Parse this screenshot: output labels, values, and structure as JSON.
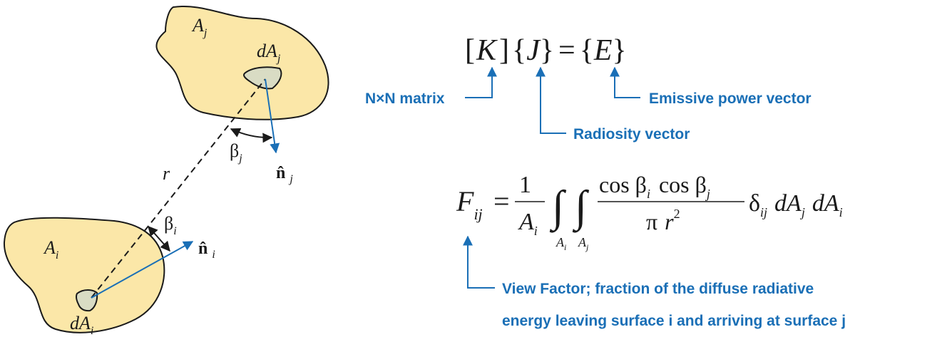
{
  "colors": {
    "surface_fill": "#fbe7a8",
    "patch_fill": "#d9dcc4",
    "annotation": "#1a6fb6",
    "ink": "#1a1a1a"
  },
  "geometry_labels": {
    "surface_j": "A",
    "surface_j_sub": "j",
    "patch_j": "dA",
    "patch_j_sub": "j",
    "surface_i": "A",
    "surface_i_sub": "i",
    "patch_i": "dA",
    "patch_i_sub": "i",
    "distance": "r",
    "angle_j": "β",
    "angle_j_sub": "j",
    "angle_i": "β",
    "angle_i_sub": "i",
    "normal_j": "n̂",
    "normal_j_sub": "j",
    "normal_i": "n̂",
    "normal_i_sub": "i"
  },
  "matrix_equation": {
    "open_bracket": "[",
    "k": "K",
    "close_bracket": "]",
    "open_brace_1": "{",
    "j": "J",
    "close_brace_1": "}",
    "equals": "=",
    "open_brace_2": "{",
    "e": "E",
    "close_brace_2": "}"
  },
  "annotations": {
    "matrix": "N×N matrix",
    "radiosity": "Radiosity vector",
    "emissive": "Emissive power vector",
    "view_factor_line1": "View Factor; fraction of the diffuse radiative",
    "view_factor_line2": "energy leaving surface i and arriving at surface j"
  },
  "view_factor_equation": {
    "F": "F",
    "F_sub": "ij",
    "equals": "=",
    "numerator_one": "1",
    "denom_A": "A",
    "denom_A_sub": "i",
    "integral": "∫",
    "int_lower_1": "A",
    "int_lower_1_sub": "i",
    "int_lower_2": "A",
    "int_lower_2_sub": "j",
    "cos1": "cos β",
    "cos1_sub": "i",
    "cos2": "cos β",
    "cos2_sub": "j",
    "pi": "π",
    "r": "r",
    "r_exp": "2",
    "delta": "δ",
    "delta_sub": "ij",
    "dA1": "dA",
    "dA1_sub": "j",
    "dA2": "dA",
    "dA2_sub": "i"
  }
}
